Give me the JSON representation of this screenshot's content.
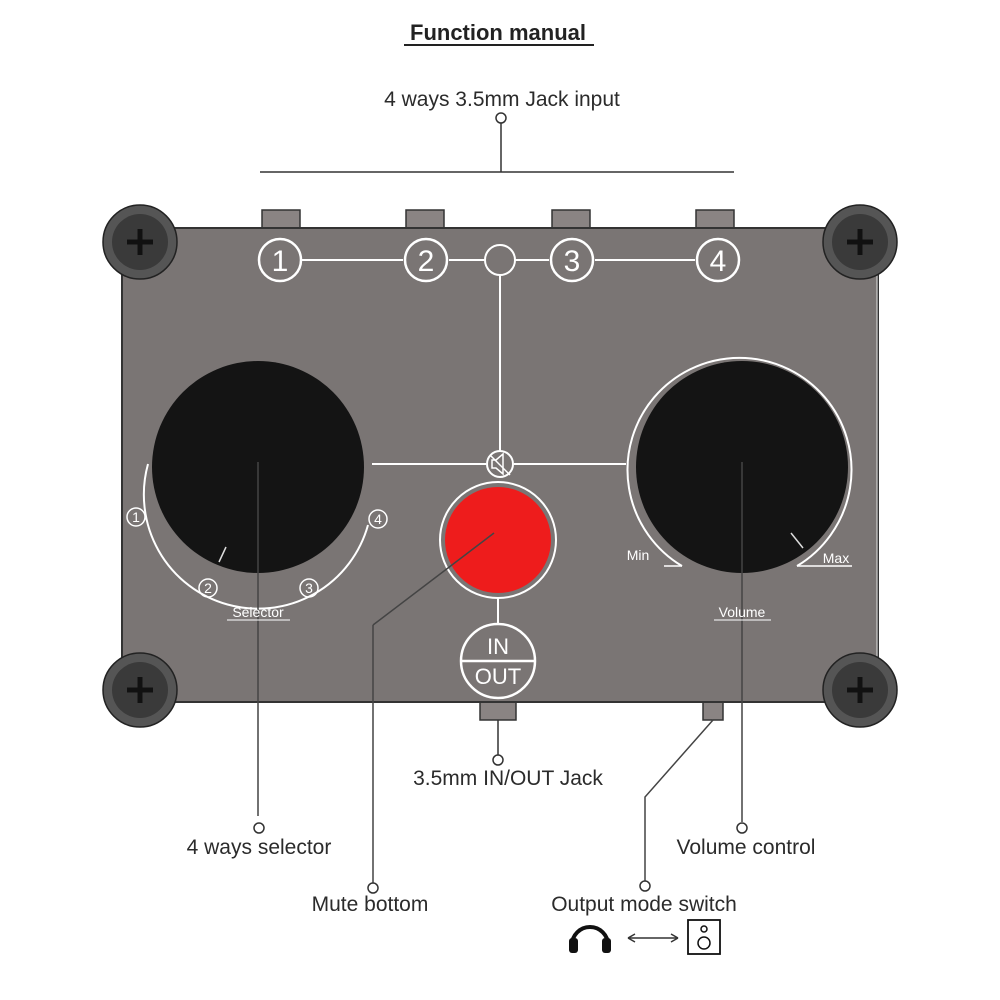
{
  "title": "Function manual",
  "callouts": {
    "jack_input": "4 ways 3.5mm Jack input",
    "inout_jack": "3.5mm  IN/OUT Jack",
    "selector": "4 ways selector",
    "volume": "Volume control",
    "mute": "Mute bottom",
    "output_mode": "Output mode switch"
  },
  "panel": {
    "ports": [
      "1",
      "2",
      "3",
      "4"
    ],
    "selector_positions": [
      "1",
      "2",
      "3",
      "4"
    ],
    "selector_label": "Selector",
    "volume_label": "Volume",
    "volume_min": "Min",
    "volume_max": "Max",
    "io_top": "IN",
    "io_bottom": "OUT"
  },
  "icons": {
    "screw": "screw-icon",
    "mute": "speaker-mute-icon",
    "headphone": "headphone-icon",
    "speaker": "speaker-icon",
    "arrow": "double-arrow-icon"
  },
  "colors": {
    "panel": "#7a7574",
    "knob": "#141414",
    "mute_button": "#ee1c1c",
    "screw": "#3a3a3a"
  }
}
